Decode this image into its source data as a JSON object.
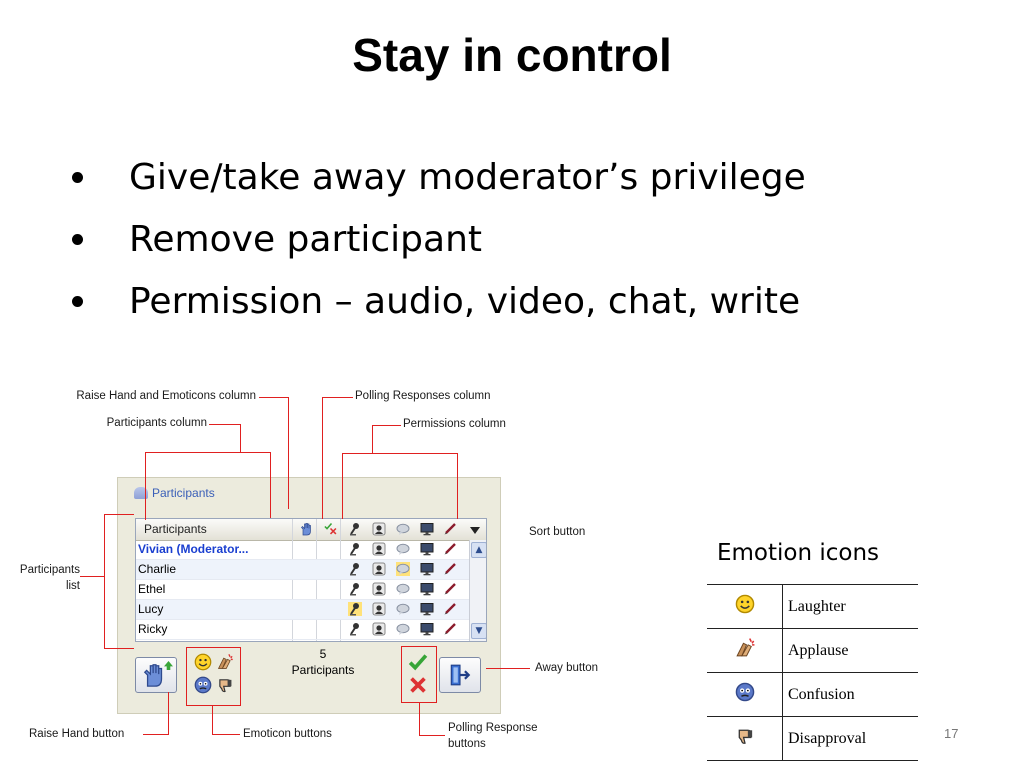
{
  "slide": {
    "title": "Stay in control",
    "bullets": [
      "Give/take away moderator’s privilege",
      "Remove participant",
      "Permission – audio, video, chat, write"
    ],
    "page_number": "17"
  },
  "annotations": {
    "raise_hand_emoticons_column": "Raise Hand and Emoticons column",
    "participants_column": "Participants column",
    "polling_responses_column": "Polling Responses column",
    "permissions_column": "Permissions column",
    "sort_button": "Sort button",
    "participants_list": "Participants\nlist",
    "away_button": "Away button",
    "raise_hand_button": "Raise Hand button",
    "emoticon_buttons": "Emoticon buttons",
    "polling_response_buttons": "Polling Response\nbuttons"
  },
  "panel": {
    "title": "Participants",
    "column_header": "Participants",
    "participants": [
      {
        "name": "Vivian (Moderator...",
        "moderator": true
      },
      {
        "name": "Charlie",
        "moderator": false
      },
      {
        "name": "Ethel",
        "moderator": false
      },
      {
        "name": "Lucy",
        "moderator": false
      },
      {
        "name": "Ricky",
        "moderator": false
      }
    ],
    "count": "5",
    "count_label": "Participants"
  },
  "emotion_icons": {
    "caption": "Emotion icons",
    "items": [
      {
        "label": "Laughter",
        "icon": "laughter-icon"
      },
      {
        "label": "Applause",
        "icon": "applause-icon"
      },
      {
        "label": "Confusion",
        "icon": "confusion-icon"
      },
      {
        "label": "Disapproval",
        "icon": "disapproval-icon"
      }
    ]
  },
  "colors": {
    "callout_line": "#e02020",
    "moderator_name": "#1a3fd0",
    "panel_bg": "#ecebdd"
  }
}
